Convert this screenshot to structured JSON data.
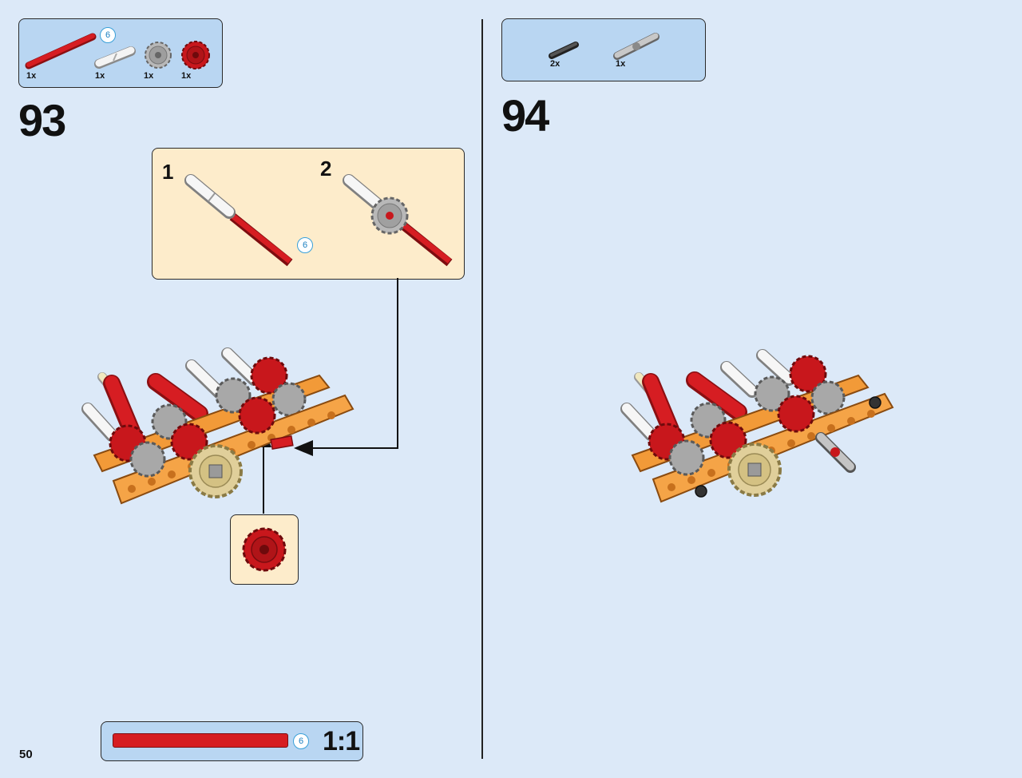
{
  "page": {
    "number": "50"
  },
  "step93": {
    "number": "93",
    "parts": [
      {
        "name": "red-axle-6",
        "qty": "1x",
        "length": "6"
      },
      {
        "name": "white-axle-pin",
        "qty": "1x"
      },
      {
        "name": "gray-gear-16",
        "qty": "1x"
      },
      {
        "name": "red-gear-16",
        "qty": "1x"
      }
    ],
    "substeps": {
      "s1": {
        "number": "1",
        "length": "6"
      },
      "s2": {
        "number": "2"
      }
    }
  },
  "step94": {
    "number": "94",
    "parts": [
      {
        "name": "black-axle-connector",
        "qty": "2x"
      },
      {
        "name": "gray-universal-joint",
        "qty": "1x"
      }
    ]
  },
  "ruler": {
    "length": "6",
    "scale": "1:1"
  },
  "colors": {
    "background": "#dce9f8",
    "parts_box": "#b9d6f2",
    "sub_box": "#fdeccb",
    "red": "#c8171c",
    "orange": "#f29a38",
    "gray": "#a6a6a6",
    "tan": "#e0cf9a"
  }
}
